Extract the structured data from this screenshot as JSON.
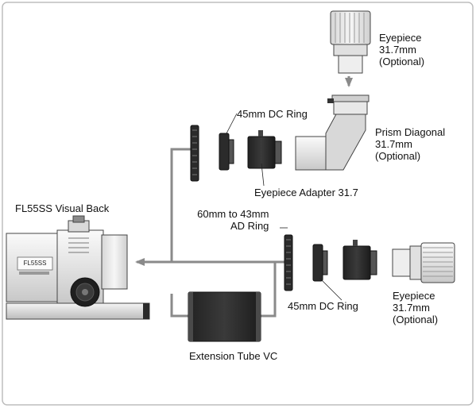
{
  "diagram": {
    "labels": {
      "eyepiece_top": [
        "Eyepiece",
        "31.7mm",
        "(Optional)"
      ],
      "prism_diagonal": [
        "Prism Diagonal",
        "31.7mm",
        "(Optional)"
      ],
      "dc_ring_top": "45mm DC Ring",
      "eyepiece_adapter": "Eyepiece Adapter 31.7",
      "ad_ring": [
        "60mm to 43mm",
        "AD Ring"
      ],
      "visual_back": "FL55SS Visual Back",
      "dc_ring_bottom": "45mm DC Ring",
      "eyepiece_bottom": [
        "Eyepiece",
        "31.7mm",
        "(Optional)"
      ],
      "extension_tube": "Extension Tube VC"
    },
    "nameplate": "FL55SS",
    "colors": {
      "line": "#8a8a8a",
      "frame": "#bdbdbd",
      "dark_part": "#2b2b2b",
      "mid_part": "#6f6f6f",
      "light_part": "#e4e4e4",
      "outline": "#444444"
    }
  }
}
